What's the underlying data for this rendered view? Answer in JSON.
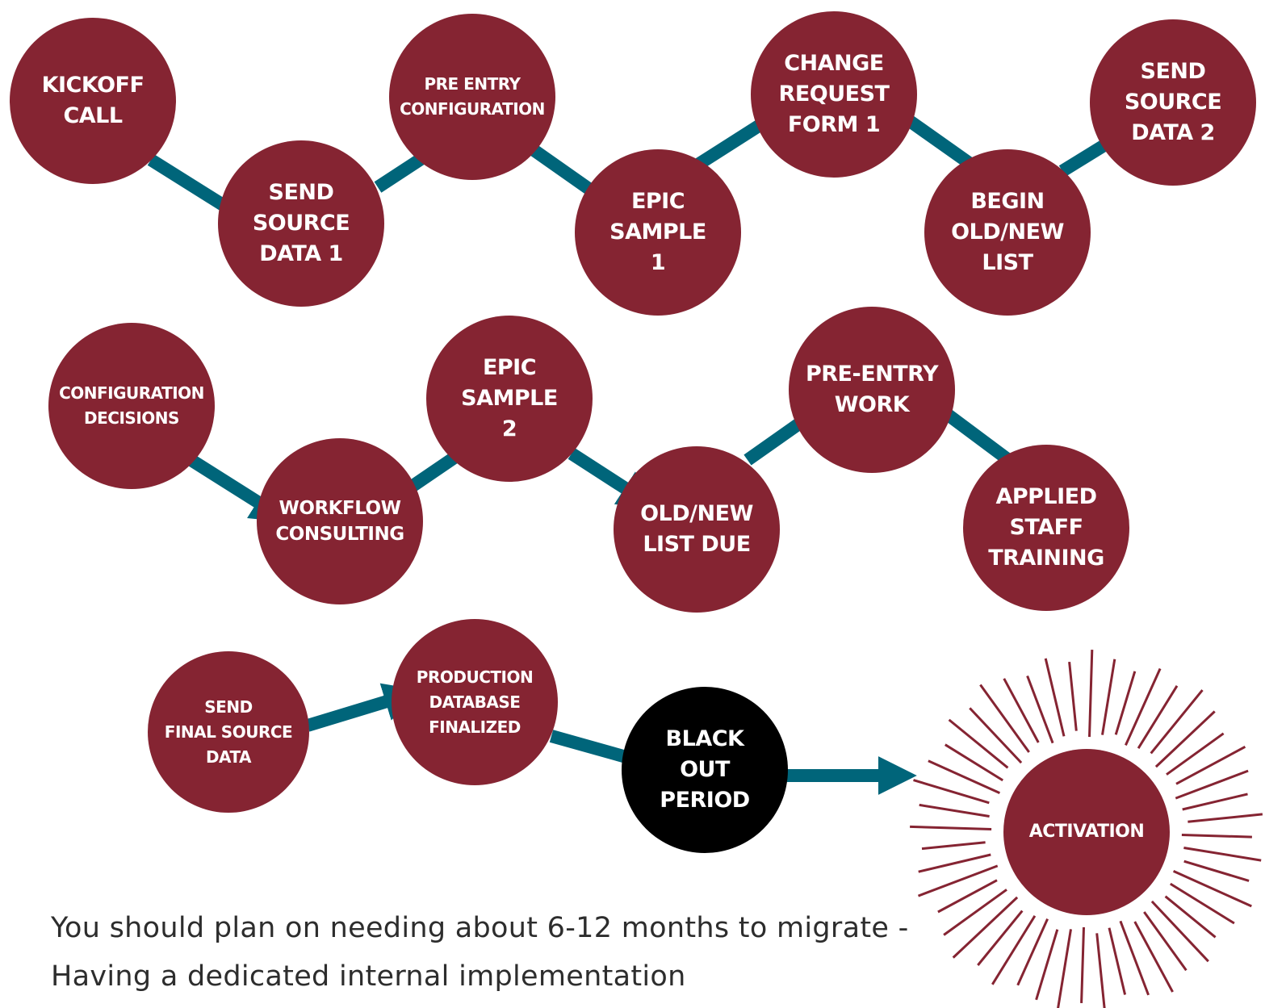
{
  "colors": {
    "node": "#852432",
    "blackout_node": "#000000",
    "arrow": "#00657A",
    "label_text": "#ffffff",
    "footer_text": "#2d2d2d"
  },
  "nodes": {
    "kickoff_call": "KICKOFF\nCALL",
    "send_source_data_1": "SEND\nSOURCE\nDATA 1",
    "pre_entry_configuration": "PRE ENTRY\nCONFIGURATION",
    "epic_sample_1": "EPIC\nSAMPLE\n1",
    "change_request_form_1": "CHANGE\nREQUEST\nFORM 1",
    "begin_old_new_list": "BEGIN\nOLD/NEW\nLIST",
    "send_source_data_2": "SEND\nSOURCE\nDATA 2",
    "configuration_decisions": "CONFIGURATION\nDECISIONS",
    "workflow_consulting": "WORKFLOW\nCONSULTING",
    "epic_sample_2": "EPIC\nSAMPLE\n2",
    "old_new_list_due": "OLD/NEW\nLIST DUE",
    "pre_entry_work": "PRE-ENTRY\nWORK",
    "applied_staff_training": "APPLIED\nSTAFF\nTRAINING",
    "send_final_source_data": "SEND\nFINAL SOURCE\nDATA",
    "production_database_finalized": "PRODUCTION\nDATABASE\nFINALIZED",
    "black_out_period": "BLACK\nOUT\nPERIOD",
    "activation": "ACTIVATION"
  },
  "footer_note": "You should plan on needing about 6-12 months to migrate - Having a dedicated internal implementation"
}
